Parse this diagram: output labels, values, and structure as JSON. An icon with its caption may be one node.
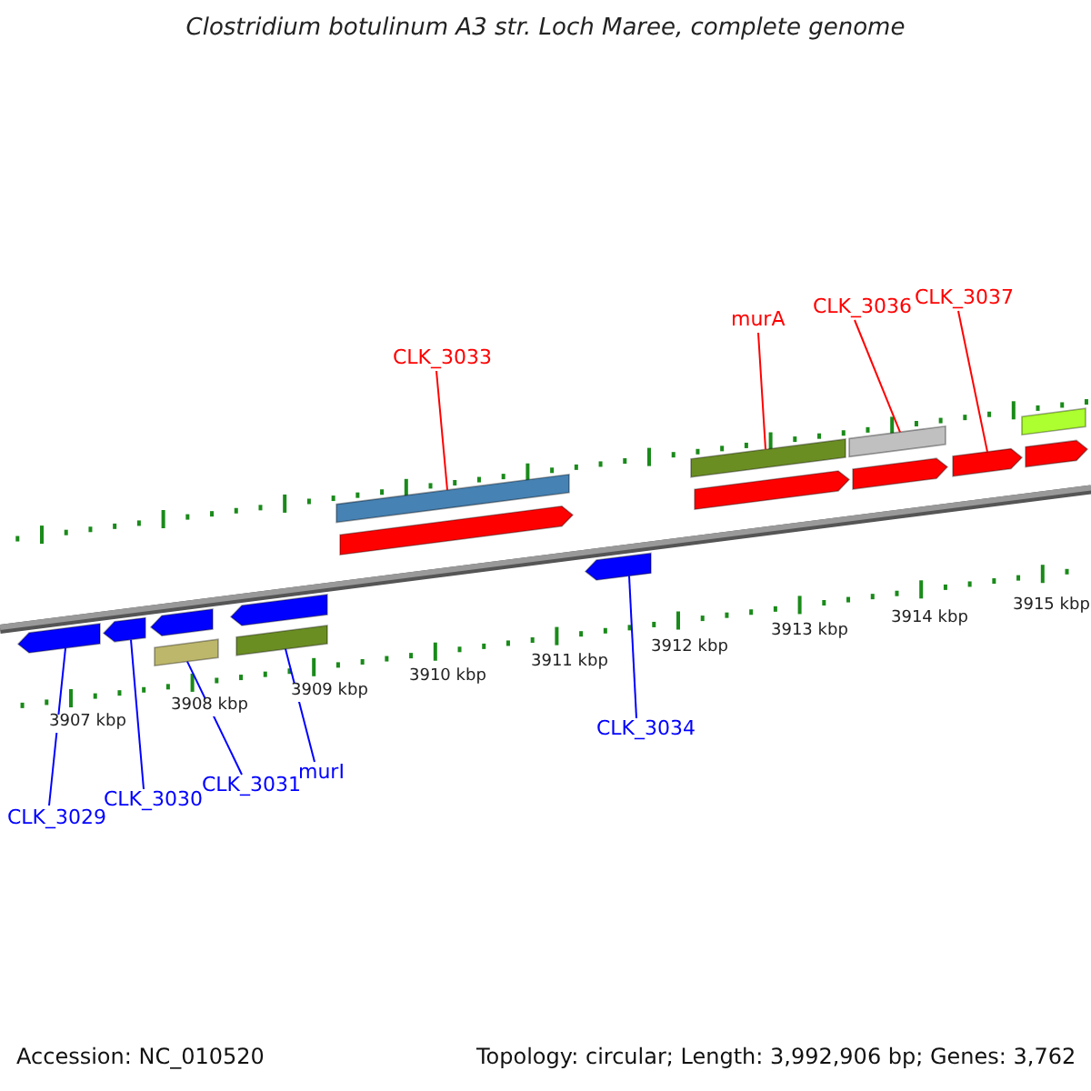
{
  "diagram": {
    "title": "Clostridium botulinum A3 str. Loch Maree, complete genome",
    "nodes": [
      {
        "text": [
          "CLK_3033"
        ]
      },
      {
        "text": [
          "murA"
        ]
      },
      {
        "text": [
          "CLK_3036"
        ]
      },
      {
        "text": [
          "CLK_3037"
        ]
      },
      {
        "text": [],
        "shape": "bar"
      },
      {
        "text": [],
        "shape": "arrow"
      },
      {
        "text": [],
        "shape": "bar"
      },
      {
        "text": [],
        "shape": "bar"
      },
      {
        "text": [],
        "shape": "bar"
      },
      {
        "text": [],
        "shape": "arrow"
      },
      {
        "text": [],
        "shape": "arrow"
      },
      {
        "text": [],
        "shape": "arrow"
      },
      {
        "text": [],
        "shape": "arrow"
      },
      {
        "text": [],
        "shape": "arrow"
      },
      {
        "text": [],
        "shape": "arrow"
      },
      {
        "text": [],
        "shape": "arrow"
      },
      {
        "text": [],
        "shape": "arrow"
      },
      {
        "text": [],
        "shape": "arrow"
      },
      {
        "text": [],
        "shape": "bar"
      },
      {
        "text": [],
        "shape": "bar"
      },
      {
        "text": [
          "CLK_3029"
        ]
      },
      {
        "text": [
          "CLK_3030"
        ]
      },
      {
        "text": [
          "CLK_3031"
        ]
      },
      {
        "text": [
          "murI"
        ]
      },
      {
        "text": [
          "CLK_3034"
        ]
      }
    ],
    "edges": [
      {
        "from": 0,
        "to": 4,
        "arrow": "none",
        "color": "#ff0000"
      },
      {
        "from": 1,
        "to": 6,
        "arrow": "none",
        "color": "#ff0000"
      },
      {
        "from": 2,
        "to": 7,
        "arrow": "none",
        "color": "#ff0000"
      },
      {
        "from": 3,
        "to": 11,
        "arrow": "none",
        "color": "#ff0000"
      },
      {
        "from": 20,
        "to": 14,
        "arrow": "none"
      },
      {
        "from": 21,
        "to": 15,
        "arrow": "none"
      },
      {
        "from": 22,
        "to": 19,
        "arrow": "none"
      },
      {
        "from": 23,
        "to": 18,
        "arrow": "none"
      },
      {
        "from": 24,
        "to": 17,
        "arrow": "none"
      }
    ],
    "labels": [
      "3907 kbp",
      "3908 kbp",
      "3909 kbp",
      "3910 kbp",
      "3911 kbp",
      "3912 kbp",
      "3913 kbp",
      "3914 kbp",
      "3915 kbp",
      "Accession: NC_010520",
      "Topology: circular; Length: 3,992,906 bp; Genes: 3,762"
    ]
  }
}
